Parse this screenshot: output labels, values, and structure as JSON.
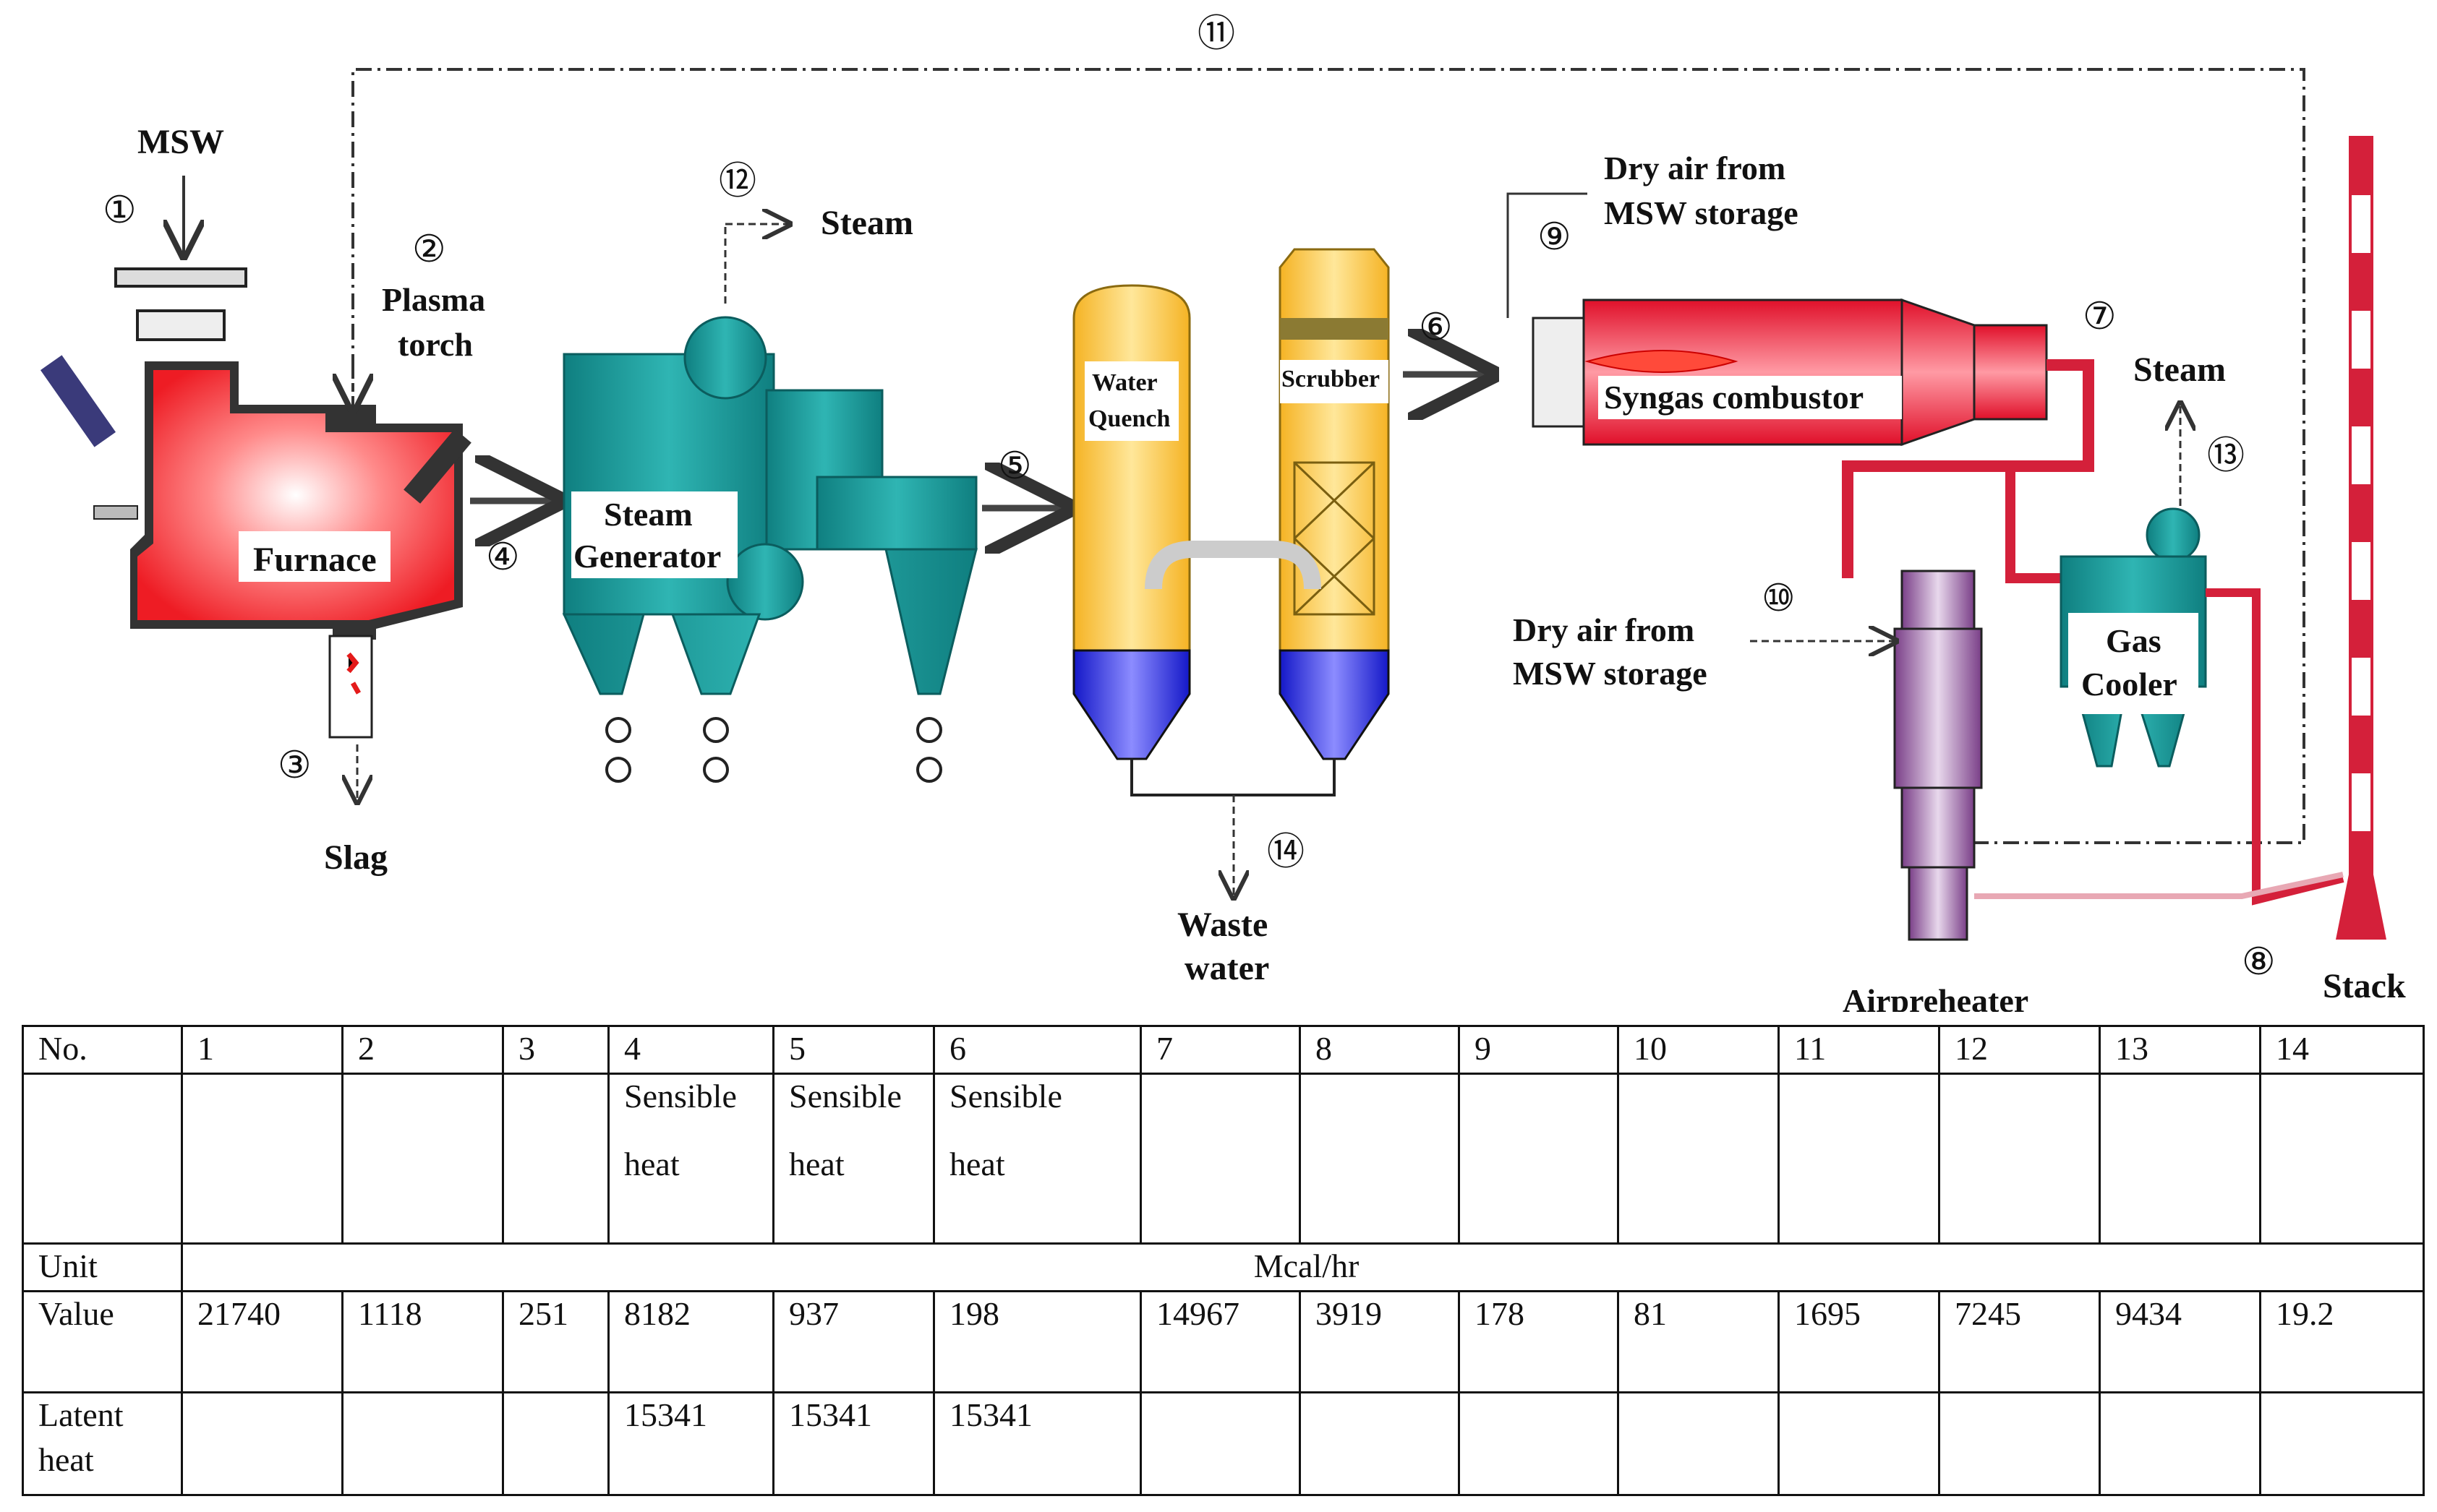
{
  "diagram": {
    "labels": {
      "msw": "MSW",
      "plasma_torch_1": "Plasma",
      "plasma_torch_2": "torch",
      "furnace": "Furnace",
      "slag": "Slag",
      "steam_1": "Steam",
      "steam_generator_1": "Steam",
      "steam_generator_2": "Generator",
      "water_quench_1": "Water",
      "water_quench_2": "Quench",
      "scrubber": "Scrubber",
      "waste_water_1": "Waste",
      "waste_water_2": "water",
      "dry_air_1_line1": "Dry air from",
      "dry_air_1_line2": "MSW storage",
      "syngas_combustor": "Syngas combustor",
      "steam_2": "Steam",
      "dry_air_2_line1": "Dry air from",
      "dry_air_2_line2": "MSW storage",
      "gas_cooler_1": "Gas",
      "gas_cooler_2": "Cooler",
      "airpreheater": "Airpreheater",
      "stack": "Stack"
    },
    "stream_numbers": [
      "①",
      "②",
      "③",
      "④",
      "⑤",
      "⑥",
      "⑦",
      "⑧",
      "⑨",
      "⑩",
      "⑪",
      "⑫",
      "⑬",
      "⑭"
    ]
  },
  "table": {
    "header_label": "No.",
    "columns": [
      "1",
      "2",
      "3",
      "4",
      "5",
      "6",
      "7",
      "8",
      "9",
      "10",
      "11",
      "12",
      "13",
      "14"
    ],
    "desc_line1": "Sensible",
    "desc_line2": "heat",
    "unit_label": "Unit",
    "unit_value": "Mcal/hr",
    "value_label": "Value",
    "values": [
      "21740",
      "1118",
      "251",
      "8182",
      "937",
      "198",
      "14967",
      "3919",
      "178",
      "81",
      "1695",
      "7245",
      "9434",
      "19.2"
    ],
    "latent_label_1": "Latent",
    "latent_label_2": "heat",
    "latent_values": [
      "15341",
      "15341",
      "15341"
    ]
  },
  "colors": {
    "furnace_red": "#ee1c24",
    "equipment_teal": "#1a9a9a",
    "quench_yellow": "#f7c232",
    "water_blue": "#1b24e0",
    "pipe_red": "#d4203a",
    "preheater_purple": "#9a5ca4"
  }
}
